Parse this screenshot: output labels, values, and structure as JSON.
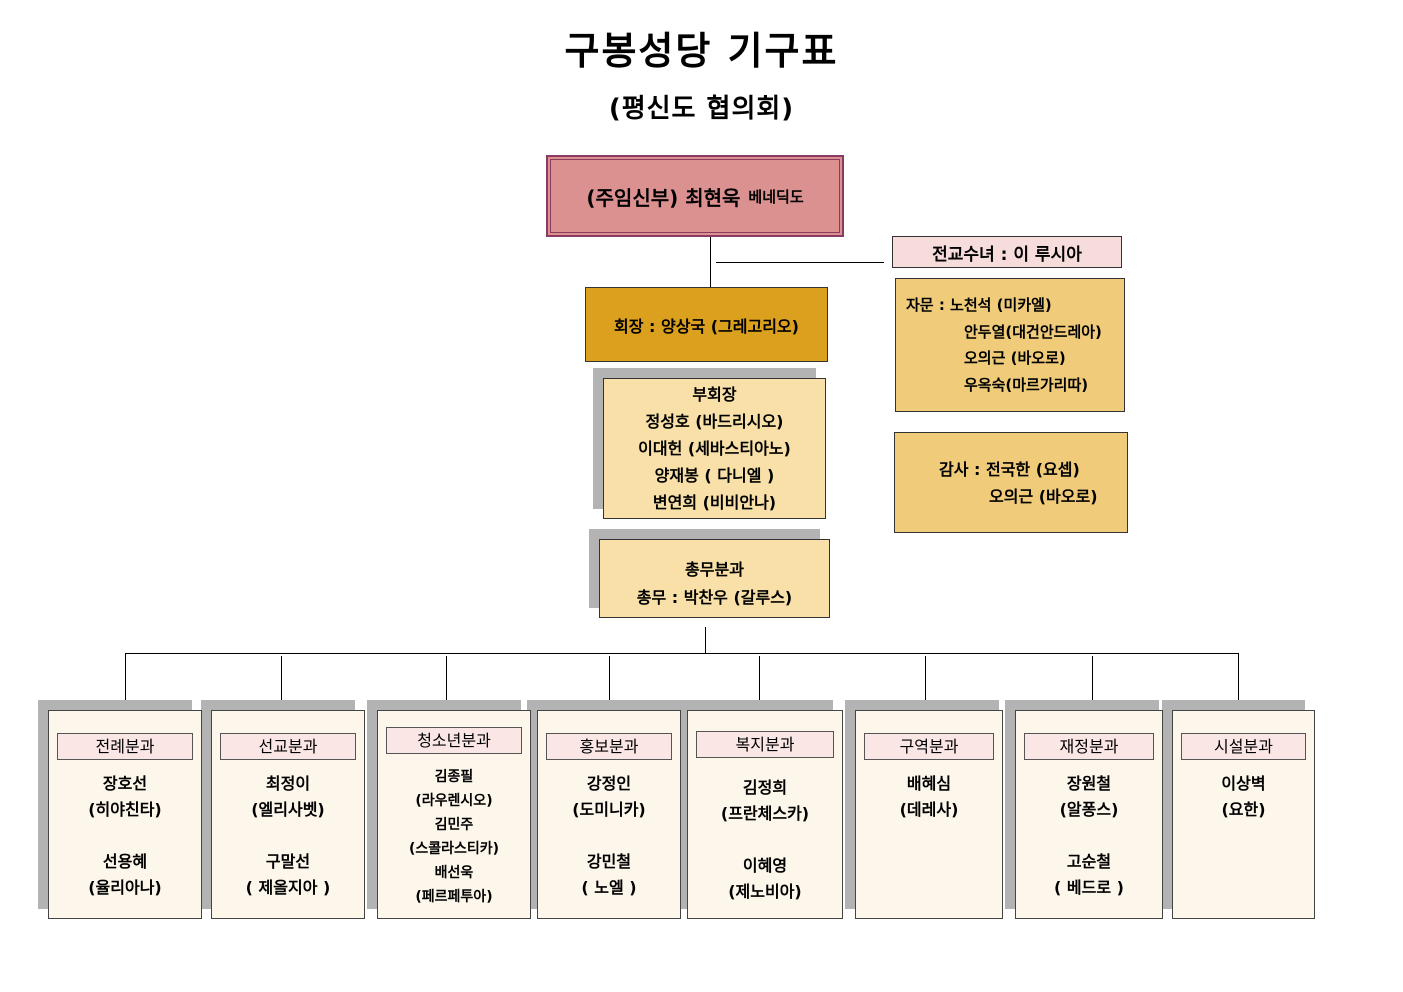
{
  "title": "구봉성당 기구표",
  "subtitle": "(평신도 협의회)",
  "pastor": {
    "role": "(주임신부) 최현욱",
    "baptismal": "베네딕도"
  },
  "sister": "전교수녀 : 이 루시아",
  "president": "회장 : 양상국 (그레고리오)",
  "vice_presidents": {
    "heading": "부회장",
    "members": [
      "정성호 (바드리시오)",
      "이대헌 (세바스티아노)",
      "양재봉 ( 다니엘 )",
      "변연희 (비비안나)"
    ]
  },
  "advisors": {
    "first": "자문 : 노천석 (미카엘)",
    "rest": [
      "안두열(대건안드레아)",
      "오의근 (바오로)",
      "우옥숙(마르가리따)"
    ]
  },
  "auditors": {
    "first": "감사 : 전국한 (요셉)",
    "rest": [
      "오의근 (바오로)"
    ]
  },
  "general_affairs": {
    "heading": "총무분과",
    "member": "총무 : 박찬우 (갈루스)"
  },
  "departments": [
    {
      "name": "전례분과",
      "members": [
        "장호선",
        "(히야친타)",
        "",
        "선용혜",
        "(율리아나)"
      ]
    },
    {
      "name": "선교분과",
      "members": [
        "최정이",
        "(엘리사벳)",
        "",
        "구말선",
        "( 제올지아 )"
      ]
    },
    {
      "name": "청소년분과",
      "members": [
        "김종필",
        "(라우렌시오)",
        "김민주",
        "(스콜라스티카)",
        "배선욱",
        "(페르페투아)"
      ]
    },
    {
      "name": "홍보분과",
      "members": [
        "강정인",
        "(도미니카)",
        "",
        "강민철",
        "( 노엘 )"
      ]
    },
    {
      "name": "복지분과",
      "members": [
        "김정희",
        "(프란체스카)",
        "",
        "이혜영",
        "(제노비아)"
      ]
    },
    {
      "name": "구역분과",
      "members": [
        "배혜심",
        "(데레사)"
      ]
    },
    {
      "name": "재정분과",
      "members": [
        "장원철",
        "(알퐁스)",
        "",
        "고순철",
        "( 베드로 )"
      ]
    },
    {
      "name": "시설분과",
      "members": [
        "이상벽",
        "(요한)"
      ]
    }
  ]
}
